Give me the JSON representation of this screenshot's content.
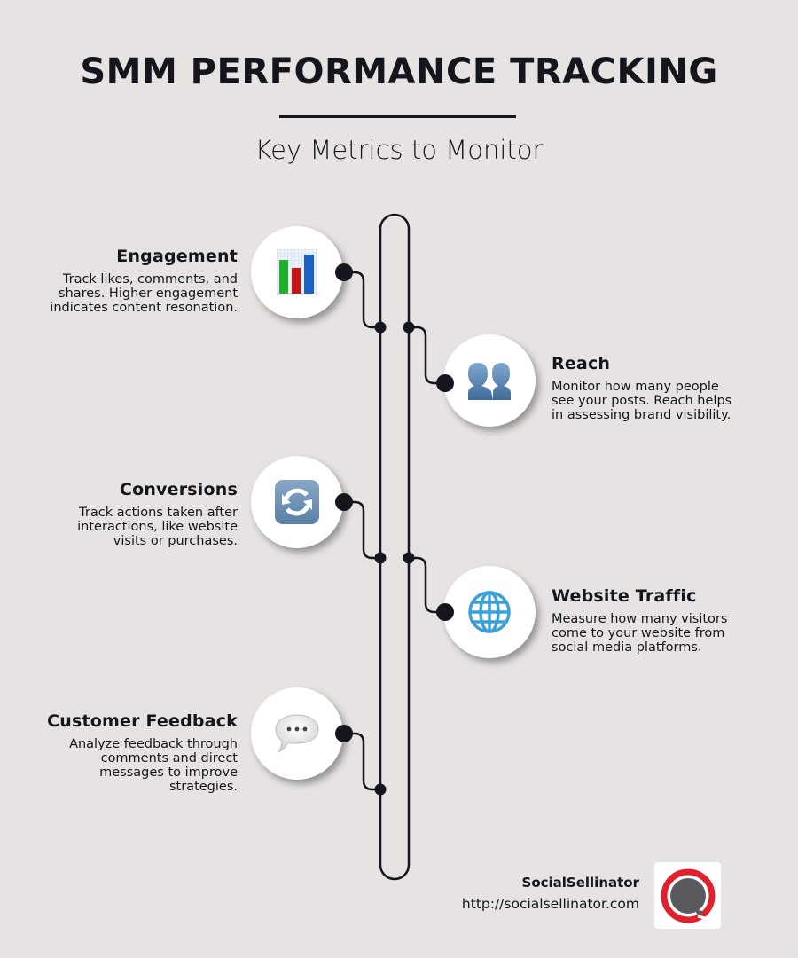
{
  "header": {
    "title": "SMM PERFORMANCE TRACKING",
    "subtitle": "Key Metrics to Monitor"
  },
  "metrics": [
    {
      "title": "Engagement",
      "description": "Track likes, comments, and shares. Higher engagement indicates content resonation.",
      "icon": "bar-chart-icon",
      "side": "left"
    },
    {
      "title": "Reach",
      "description": "Monitor how many people see your posts. Reach helps in assessing brand visibility.",
      "icon": "people-icon",
      "side": "right"
    },
    {
      "title": "Conversions",
      "description": "Track actions taken after interactions, like website visits or purchases.",
      "icon": "refresh-arrows-icon",
      "side": "left"
    },
    {
      "title": "Website Traffic",
      "description": "Measure how many visitors come to your website from social media platforms.",
      "icon": "globe-icon",
      "side": "right"
    },
    {
      "title": "Customer Feedback",
      "description": "Analyze feedback through comments and direct messages to improve strategies.",
      "icon": "speech-bubble-icon",
      "side": "left"
    }
  ],
  "footer": {
    "brand_name": "SocialSellinator",
    "url": "http://socialsellinator.com"
  },
  "colors": {
    "background": "#e6e3e2",
    "text": "#15151e",
    "line": "#15151e",
    "logo_red": "#e0212d",
    "logo_gray": "#5a5a5e"
  }
}
